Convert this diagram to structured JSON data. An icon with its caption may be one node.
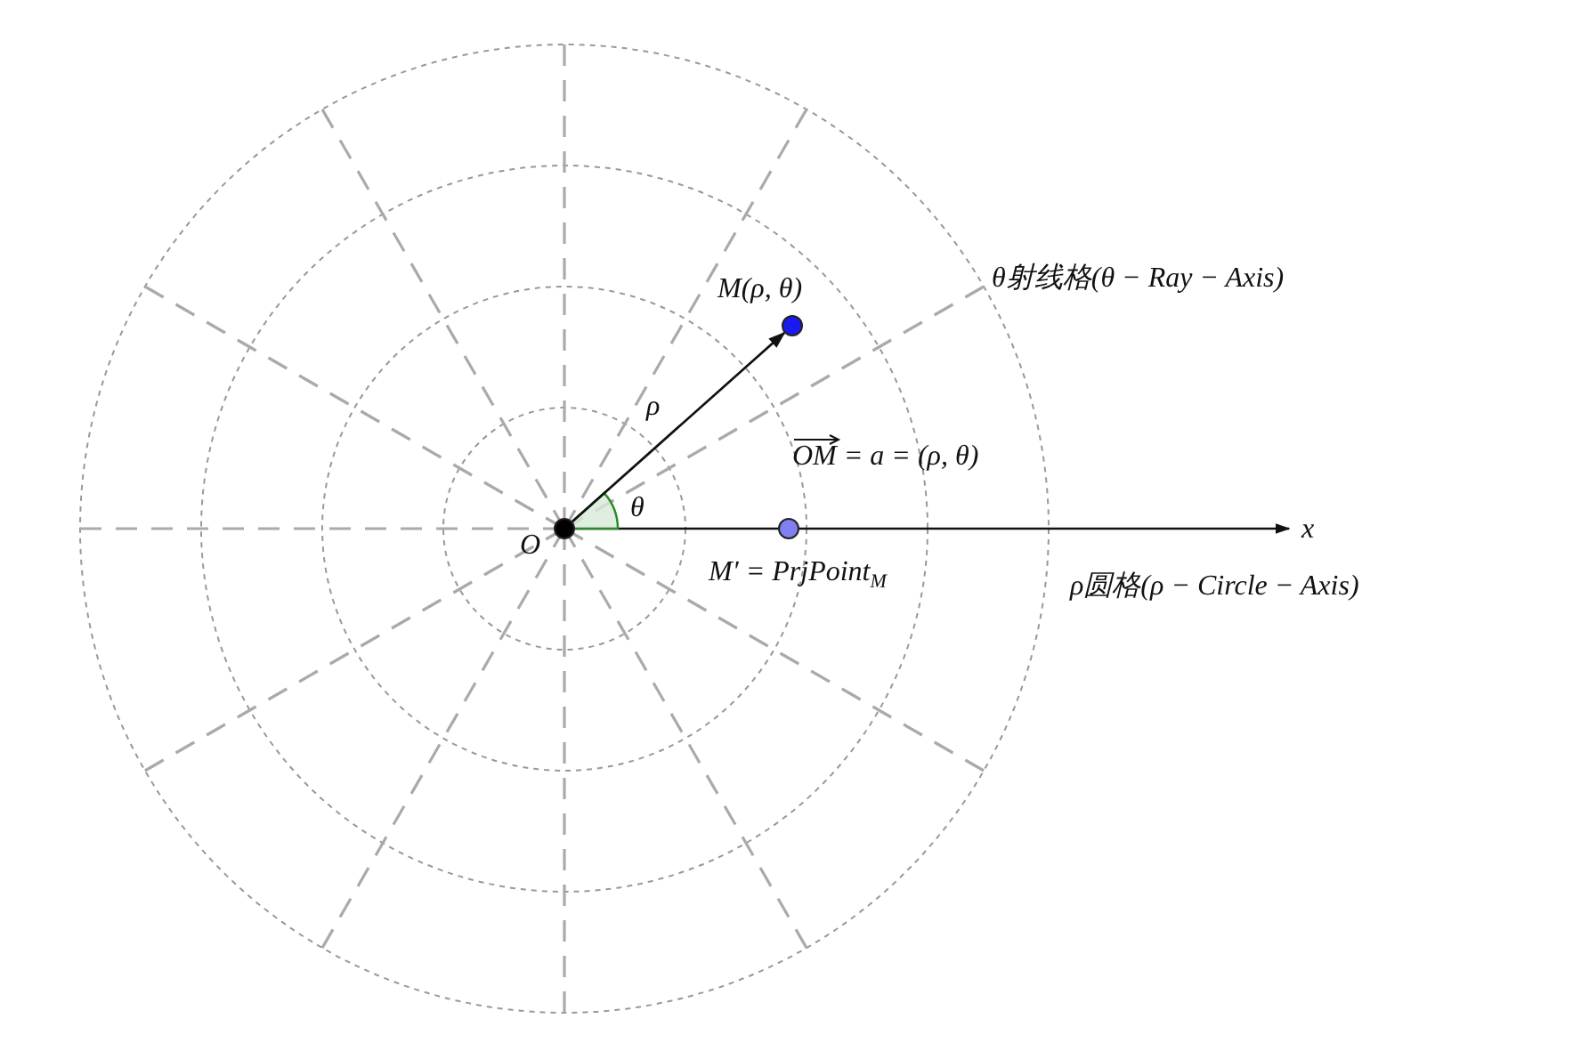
{
  "diagram": {
    "nodes": [
      {
        "text": [],
        "shape": "circle",
        "beside": [
          "O"
        ]
      },
      {
        "text": [],
        "shape": "circle",
        "beside": [
          "M(ρ, θ)"
        ]
      },
      {
        "text": [],
        "shape": "circle",
        "beside": [
          "M′ = PrjPoint$_{M}$"
        ]
      }
    ],
    "edges": [
      {
        "from": 0,
        "to": 1,
        "arrow": "to",
        "label": "ρ"
      }
    ],
    "labels": [
      "θ射线格(θ − Ray − Axis)",
      "OM = a = (ρ, θ)",
      "θ",
      "x",
      "ρ圆格(ρ − Circle − Axis)"
    ]
  }
}
